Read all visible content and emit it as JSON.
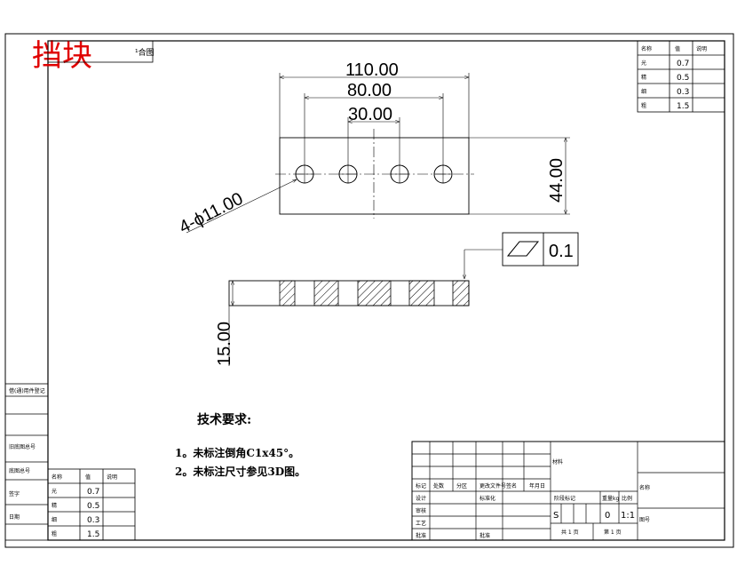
{
  "title_stamp": "挡块",
  "material_label": "¹合图",
  "dims": {
    "overall_length": "110.00",
    "hole_span": "80.00",
    "hole_pitch": "30.00",
    "height": "44.00",
    "hole_callout": "4-ϕ11.00",
    "thickness": "15.00"
  },
  "tolerance": {
    "value": "0.1",
    "symbol": "flatness"
  },
  "tech_req": {
    "heading": "技术要求:",
    "items": [
      "1。未标注倒角C1x45°。",
      "2。未标注尺寸参见3D图。"
    ]
  },
  "rough_table": {
    "headers": [
      "名称",
      "值",
      "说明"
    ],
    "rows": [
      {
        "label": "光",
        "value": "0.7"
      },
      {
        "label": "精",
        "value": "0.5"
      },
      {
        "label": "细",
        "value": "0.3"
      },
      {
        "label": "粗",
        "value": "1.5"
      }
    ]
  },
  "title_block": {
    "col_headers": [
      "标记",
      "处数",
      "分区",
      "更改文件号",
      "签名",
      "年月日"
    ],
    "row_labels": [
      "设计",
      "审核",
      "工艺",
      "批准"
    ],
    "std_label": "标准化",
    "material_field": "材料",
    "stage_label": "阶段标记",
    "weight_label": "重量kg",
    "scale_label": "比例",
    "stage_mark": "S",
    "weight": "0",
    "scale": "1:1",
    "sheets_total": "共 1 页",
    "sheet_no": "第 1 页",
    "name_field": "名称",
    "drawing_no": "图号"
  },
  "left_strip": [
    "借(通)用件登记",
    "旧底图总号",
    "底图总号",
    "签字",
    "日期"
  ]
}
